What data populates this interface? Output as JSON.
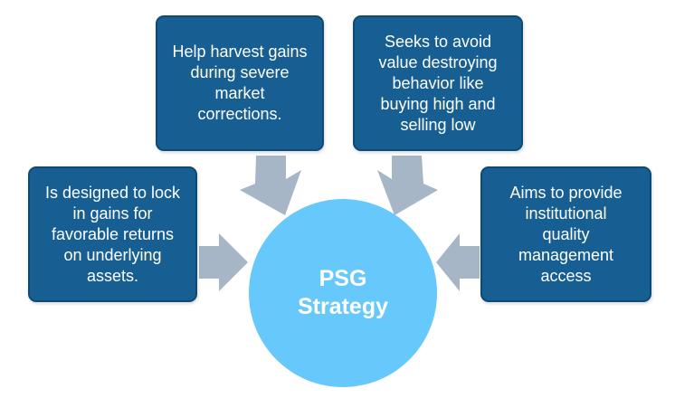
{
  "boxes": {
    "top_left": {
      "lines": [
        "Help harvest gains",
        "during severe",
        "market",
        "corrections."
      ]
    },
    "top_right": {
      "lines": [
        "Seeks to avoid",
        "value destroying",
        "behavior like",
        "buying high and",
        "selling low"
      ]
    },
    "left": {
      "lines": [
        "Is designed to lock",
        "in gains for",
        "favorable returns",
        "on underlying",
        "assets."
      ]
    },
    "right": {
      "lines": [
        "Aims to provide",
        "institutional",
        "quality",
        "management",
        "access"
      ]
    }
  },
  "center": {
    "line1": "PSG",
    "line2": "Strategy"
  },
  "colors": {
    "box_fill": "#175f93",
    "circle_fill": "#67c8fb",
    "arrow_fill": "#a6b6c6"
  }
}
